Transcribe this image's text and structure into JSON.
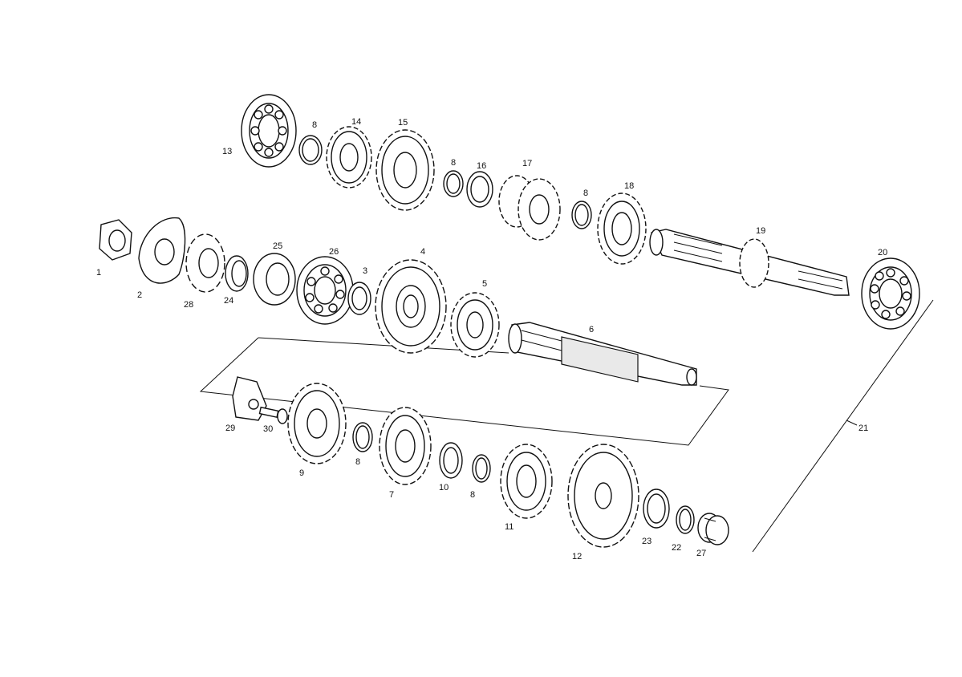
{
  "labels": {
    "p1": "1",
    "p2": "2",
    "p3": "3",
    "p4": "4",
    "p5": "5",
    "p6": "6",
    "p7": "7",
    "p8a": "8",
    "p8b": "8",
    "p8c": "8",
    "p8d": "8",
    "p8e": "8",
    "p9": "9",
    "p10": "10",
    "p11": "11",
    "p12": "12",
    "p13": "13",
    "p14": "14",
    "p15": "15",
    "p16": "16",
    "p17": "17",
    "p18": "18",
    "p19": "19",
    "p20": "20",
    "p21": "21",
    "p22": "22",
    "p23": "23",
    "p24": "24",
    "p25": "25",
    "p26": "26",
    "p27": "27",
    "p28": "28",
    "p29": "29",
    "p30": "30"
  }
}
